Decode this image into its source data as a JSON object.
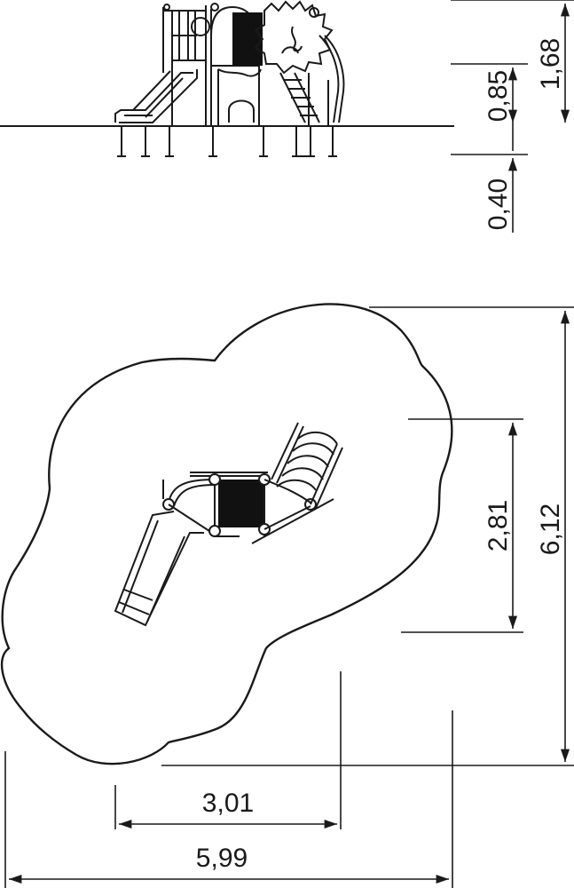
{
  "elevation_dimensions": {
    "total_height": "1,68",
    "platform_height": "0,85",
    "foundation_depth": "0,40"
  },
  "plan_dimensions": {
    "equipment_depth": "2,81",
    "safety_zone_depth": "6,12",
    "equipment_width": "3,01",
    "safety_zone_width": "5,99"
  }
}
